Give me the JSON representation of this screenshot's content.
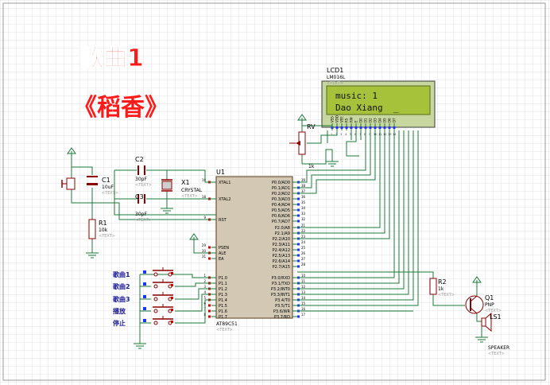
{
  "title": {
    "line1": "歌曲1",
    "line2": "《稻香》"
  },
  "lcd": {
    "ref": "LCD1",
    "part": "LM016L",
    "text_tag": "<TEXT>",
    "row1": "music: 1",
    "row2": "Dao Xiang  _",
    "pins": [
      "VSS",
      "VDD",
      "VEE",
      "RS",
      "RW",
      "E",
      "D0",
      "D1",
      "D2",
      "D3",
      "D4",
      "D5",
      "D6",
      "D7"
    ],
    "pin_numbers": [
      "1",
      "2",
      "3",
      "4",
      "5",
      "6",
      "7",
      "8",
      "9",
      "10",
      "11",
      "12",
      "13",
      "14"
    ]
  },
  "rv": {
    "ref": "RV",
    "value": "1k"
  },
  "c1": {
    "ref": "C1",
    "value": "10uF",
    "text_tag": "<TEXT>"
  },
  "c2": {
    "ref": "C2",
    "value": "30pF",
    "text_tag": "<TEXT>"
  },
  "c3": {
    "ref": "C3",
    "value": "30pF",
    "text_tag": "<TEXT>"
  },
  "x1": {
    "ref": "X1",
    "value": "CRYSTAL",
    "text_tag": "<TEXT>"
  },
  "r1": {
    "ref": "R1",
    "value": "10k",
    "text_tag": "<TEXT>"
  },
  "r2": {
    "ref": "R2",
    "value": "1k",
    "text_tag": "<TEXT>"
  },
  "q1": {
    "ref": "Q1",
    "value": "PNP",
    "text_tag": "<TEXT>"
  },
  "ls1": {
    "ref": "LS1",
    "value": "SPEAKER",
    "text_tag": "<TEXT>"
  },
  "mcu": {
    "ref": "U1",
    "part": "AT89C51",
    "text_tag": "<TEXT>",
    "left_pins": [
      {
        "name": "XTAL1",
        "num": "19"
      },
      {
        "name": "XTAL2",
        "num": "18"
      },
      {
        "name": "RST",
        "num": "9"
      },
      {
        "name": "PSEN",
        "num": "29"
      },
      {
        "name": "ALE",
        "num": "30"
      },
      {
        "name": "EA",
        "num": "31"
      },
      {
        "name": "P1.0",
        "num": "1"
      },
      {
        "name": "P1.1",
        "num": "2"
      },
      {
        "name": "P1.2",
        "num": "3"
      },
      {
        "name": "P1.3",
        "num": "4"
      },
      {
        "name": "P1.4",
        "num": "5"
      },
      {
        "name": "P1.5",
        "num": "6"
      },
      {
        "name": "P1.6",
        "num": "7"
      },
      {
        "name": "P1.7",
        "num": "8"
      }
    ],
    "right_pins": [
      {
        "name": "P0.0/AD0",
        "num": "39"
      },
      {
        "name": "P0.1/AD1",
        "num": "38"
      },
      {
        "name": "P0.2/AD2",
        "num": "37"
      },
      {
        "name": "P0.3/AD3",
        "num": "36"
      },
      {
        "name": "P0.4/AD4",
        "num": "35"
      },
      {
        "name": "P0.5/AD5",
        "num": "34"
      },
      {
        "name": "P0.6/AD6",
        "num": "33"
      },
      {
        "name": "P0.7/AD7",
        "num": "32"
      },
      {
        "name": "P2.0/A8",
        "num": "21"
      },
      {
        "name": "P2.1/A9",
        "num": "22"
      },
      {
        "name": "P2.2/A10",
        "num": "23"
      },
      {
        "name": "P2.3/A11",
        "num": "24"
      },
      {
        "name": "P2.4/A12",
        "num": "25"
      },
      {
        "name": "P2.5/A13",
        "num": "26"
      },
      {
        "name": "P2.6/A14",
        "num": "27"
      },
      {
        "name": "P2.7/A15",
        "num": "28"
      },
      {
        "name": "P3.0/RXD",
        "num": "10"
      },
      {
        "name": "P3.1/TXD",
        "num": "11"
      },
      {
        "name": "P3.2/INT0",
        "num": "12"
      },
      {
        "name": "P3.3/INT1",
        "num": "13"
      },
      {
        "name": "P3.4/T0",
        "num": "14"
      },
      {
        "name": "P3.5/T1",
        "num": "15"
      },
      {
        "name": "P3.6/WR",
        "num": "16"
      },
      {
        "name": "P3.7/RD",
        "num": "17"
      }
    ]
  },
  "buttons": [
    "歌曲1",
    "歌曲2",
    "歌曲3",
    "播放",
    "停止"
  ],
  "colors": {
    "title": "#ff1a1a",
    "wire": "#1a7a3a",
    "component": "#8b0000",
    "chip_fill": "#d2c8b4",
    "lcd_bg": "#c8d6a0",
    "lcd_screen": "#a6c23a",
    "pin_red": "#cc0000",
    "pin_blue": "#1a33ff",
    "grid": "#e1e1e1",
    "button_label": "#1a1a99"
  }
}
